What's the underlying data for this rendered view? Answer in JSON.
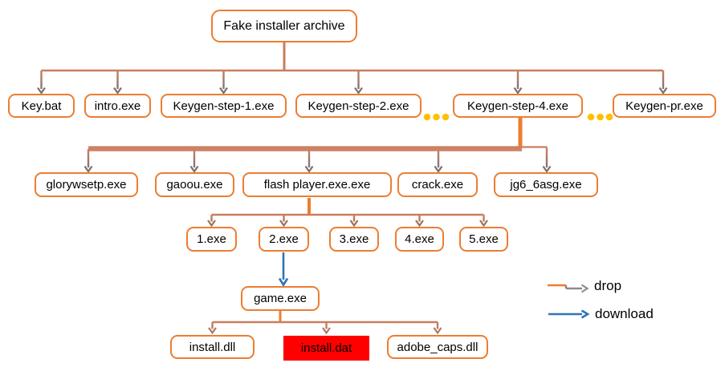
{
  "diagram": {
    "root": {
      "label": "Fake installer archive"
    },
    "level2": [
      {
        "label": "Key.bat"
      },
      {
        "label": "intro.exe"
      },
      {
        "label": "Keygen-step-1.exe"
      },
      {
        "label": "Keygen-step-2.exe"
      },
      {
        "label": "Keygen-step-4.exe"
      },
      {
        "label": "Keygen-pr.exe"
      }
    ],
    "level3": [
      {
        "label": "glorywsetp.exe"
      },
      {
        "label": "gaoou.exe"
      },
      {
        "label": "flash player.exe.exe"
      },
      {
        "label": "crack.exe"
      },
      {
        "label": "jg6_6asg.exe"
      }
    ],
    "level4": [
      {
        "label": "1.exe"
      },
      {
        "label": "2.exe"
      },
      {
        "label": "3.exe"
      },
      {
        "label": "4.exe"
      },
      {
        "label": "5.exe"
      }
    ],
    "level5": [
      {
        "label": "game.exe"
      }
    ],
    "level6": [
      {
        "label": "install.dll"
      },
      {
        "label": "install.dat",
        "highlighted": true
      },
      {
        "label": "adobe_caps.dll"
      }
    ],
    "highlighted_node": "install.dat"
  },
  "legend": {
    "drop_label": "drop",
    "download_label": "download"
  },
  "colors": {
    "node_border_orange": "#ED7D31",
    "connector_salmon": "#C97E5F",
    "drop_arrowhead_gray": "#76716E",
    "download_blue": "#2E75B6",
    "highlight_red": "#FF0000",
    "ellipsis_yellow": "#FFC000"
  }
}
